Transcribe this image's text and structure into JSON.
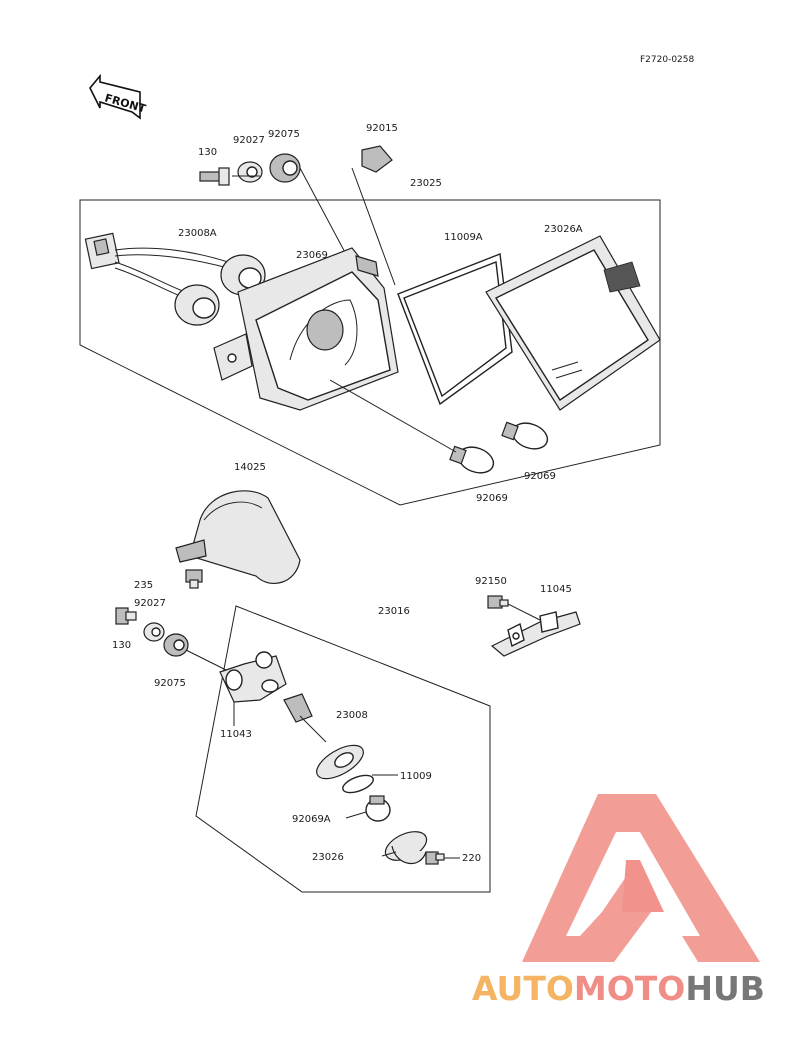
{
  "figure_code": "F2720-0258",
  "front_label": "FRONT",
  "part_labels": {
    "p130_top": "130",
    "p92027_top": "92027",
    "p92075_top": "92075",
    "p92015": "92015",
    "p23025": "23025",
    "p23008A": "23008A",
    "p23069": "23069",
    "p11009A": "11009A",
    "p23026A": "23026A",
    "p92069_right": "92069",
    "p92069_bottom": "92069",
    "p14025": "14025",
    "p235": "235",
    "p92027_mid": "92027",
    "p130_mid": "130",
    "p92075_mid": "92075",
    "p23016": "23016",
    "p92150": "92150",
    "p11045": "11045",
    "p11043": "11043",
    "p23008": "23008",
    "p11009": "11009",
    "p92069A": "92069A",
    "p23026": "23026",
    "p220": "220"
  },
  "watermark": {
    "part1": "AUTO",
    "part2": "MOTO",
    "part3": "HUB",
    "colors": {
      "auto": "#f4b463",
      "moto": "#ef8d86",
      "hub": "#777777",
      "triangle": "#ef7f78"
    }
  }
}
